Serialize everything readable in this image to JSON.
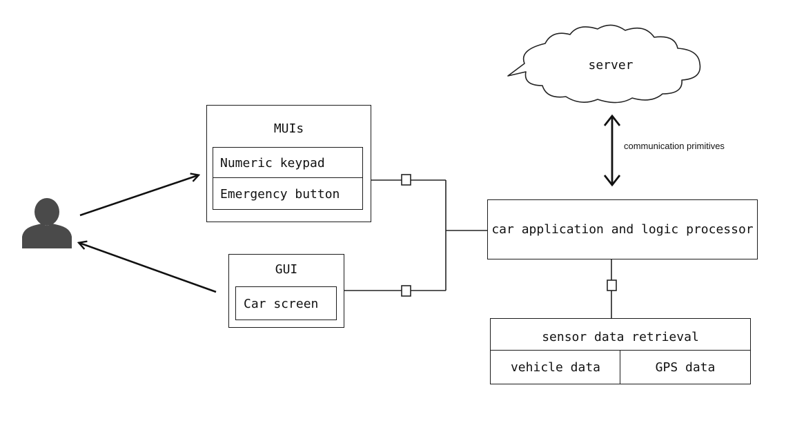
{
  "actor": {
    "icon": "user-icon"
  },
  "muis": {
    "title": "MUIs",
    "items": [
      "Numeric keypad",
      "Emergency button"
    ]
  },
  "gui": {
    "title": "GUI",
    "items": [
      "Car screen"
    ]
  },
  "processor": {
    "label": "car application and logic processor"
  },
  "server": {
    "label": "server",
    "icon": "cloud-icon"
  },
  "connection": {
    "label": "communication primitives"
  },
  "sensor": {
    "title": "sensor data retrieval",
    "items": [
      "vehicle data",
      "GPS data"
    ]
  }
}
